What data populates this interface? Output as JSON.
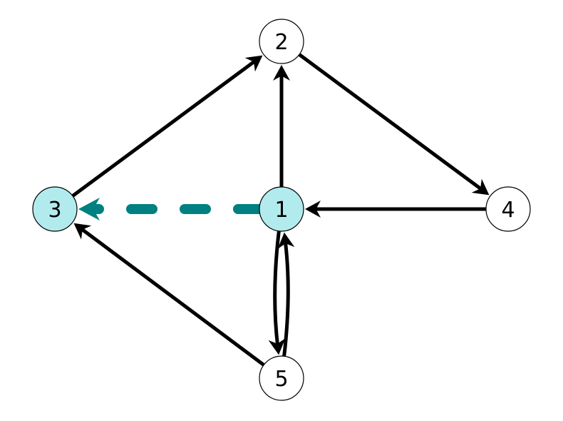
{
  "graph": {
    "title": "",
    "nodes": [
      {
        "id": "1",
        "label": "1",
        "highlighted": true
      },
      {
        "id": "2",
        "label": "2",
        "highlighted": false
      },
      {
        "id": "3",
        "label": "3",
        "highlighted": true
      },
      {
        "id": "4",
        "label": "4",
        "highlighted": false
      },
      {
        "id": "5",
        "label": "5",
        "highlighted": false
      }
    ],
    "edges": [
      {
        "from": "3",
        "to": "2",
        "style": "solid"
      },
      {
        "from": "1",
        "to": "2",
        "style": "solid"
      },
      {
        "from": "2",
        "to": "4",
        "style": "solid"
      },
      {
        "from": "4",
        "to": "1",
        "style": "solid"
      },
      {
        "from": "5",
        "to": "3",
        "style": "solid"
      },
      {
        "from": "1",
        "to": "5",
        "style": "solid"
      },
      {
        "from": "5",
        "to": "1",
        "style": "solid"
      },
      {
        "from": "1",
        "to": "3",
        "style": "dashed-highlight"
      }
    ],
    "colors": {
      "node_fill": "#ffffff",
      "node_highlight_fill": "#b2ebee",
      "edge": "#000000",
      "edge_highlight": "#008080"
    }
  }
}
